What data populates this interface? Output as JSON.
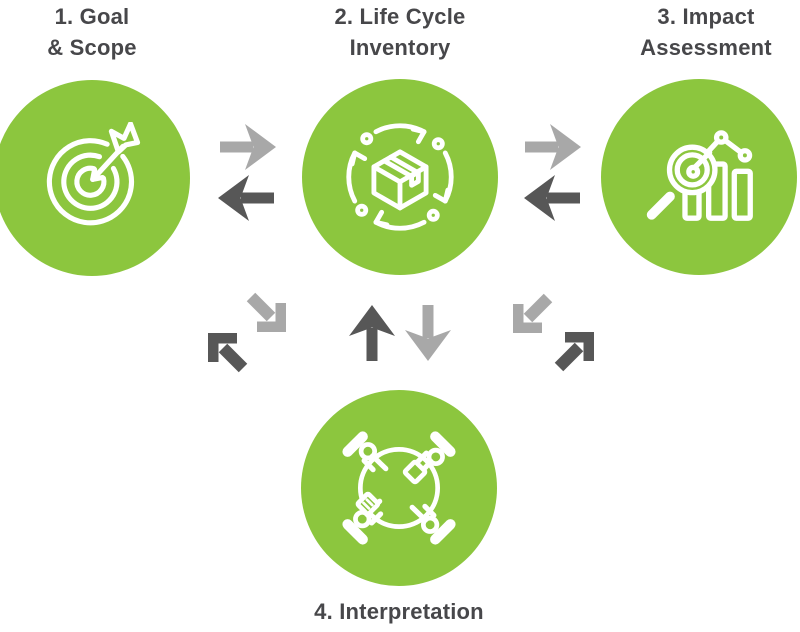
{
  "palette": {
    "node_green": "#8CC63E",
    "arrow_light": "#A8A8A8",
    "arrow_dark": "#575757",
    "label_text": "#47474A",
    "icon_stroke": "#FFFFFF",
    "background": "#FFFFFF"
  },
  "nodes": [
    {
      "id": "goal-scope",
      "label_line1": "1. Goal",
      "label_line2": "& Scope",
      "icon": "target-dart-icon"
    },
    {
      "id": "life-cycle-inventory",
      "label_line1": "2. Life Cycle",
      "label_line2": "Inventory",
      "icon": "package-lifecycle-icon"
    },
    {
      "id": "impact-assessment",
      "label_line1": "3. Impact",
      "label_line2": "Assessment",
      "icon": "magnifier-analytics-icon"
    },
    {
      "id": "interpretation",
      "label_line1": "4. Interpretation",
      "label_line2": "",
      "icon": "roundtable-hands-icon"
    }
  ],
  "arrows": [
    {
      "id": "goal-to-inventory",
      "direction": "right",
      "shade": "light"
    },
    {
      "id": "inventory-to-goal",
      "direction": "left",
      "shade": "dark"
    },
    {
      "id": "inventory-to-impact",
      "direction": "right",
      "shade": "light"
    },
    {
      "id": "impact-to-inventory",
      "direction": "left",
      "shade": "dark"
    },
    {
      "id": "goal-to-interpretation",
      "direction": "down-right",
      "shade": "light"
    },
    {
      "id": "interpretation-to-goal",
      "direction": "up-left",
      "shade": "dark"
    },
    {
      "id": "interpretation-to-inventory",
      "direction": "up",
      "shade": "dark"
    },
    {
      "id": "inventory-to-interpretation",
      "direction": "down",
      "shade": "light"
    },
    {
      "id": "impact-to-interpretation",
      "direction": "down-left",
      "shade": "light"
    },
    {
      "id": "interpretation-to-impact",
      "direction": "up-right",
      "shade": "dark"
    }
  ]
}
